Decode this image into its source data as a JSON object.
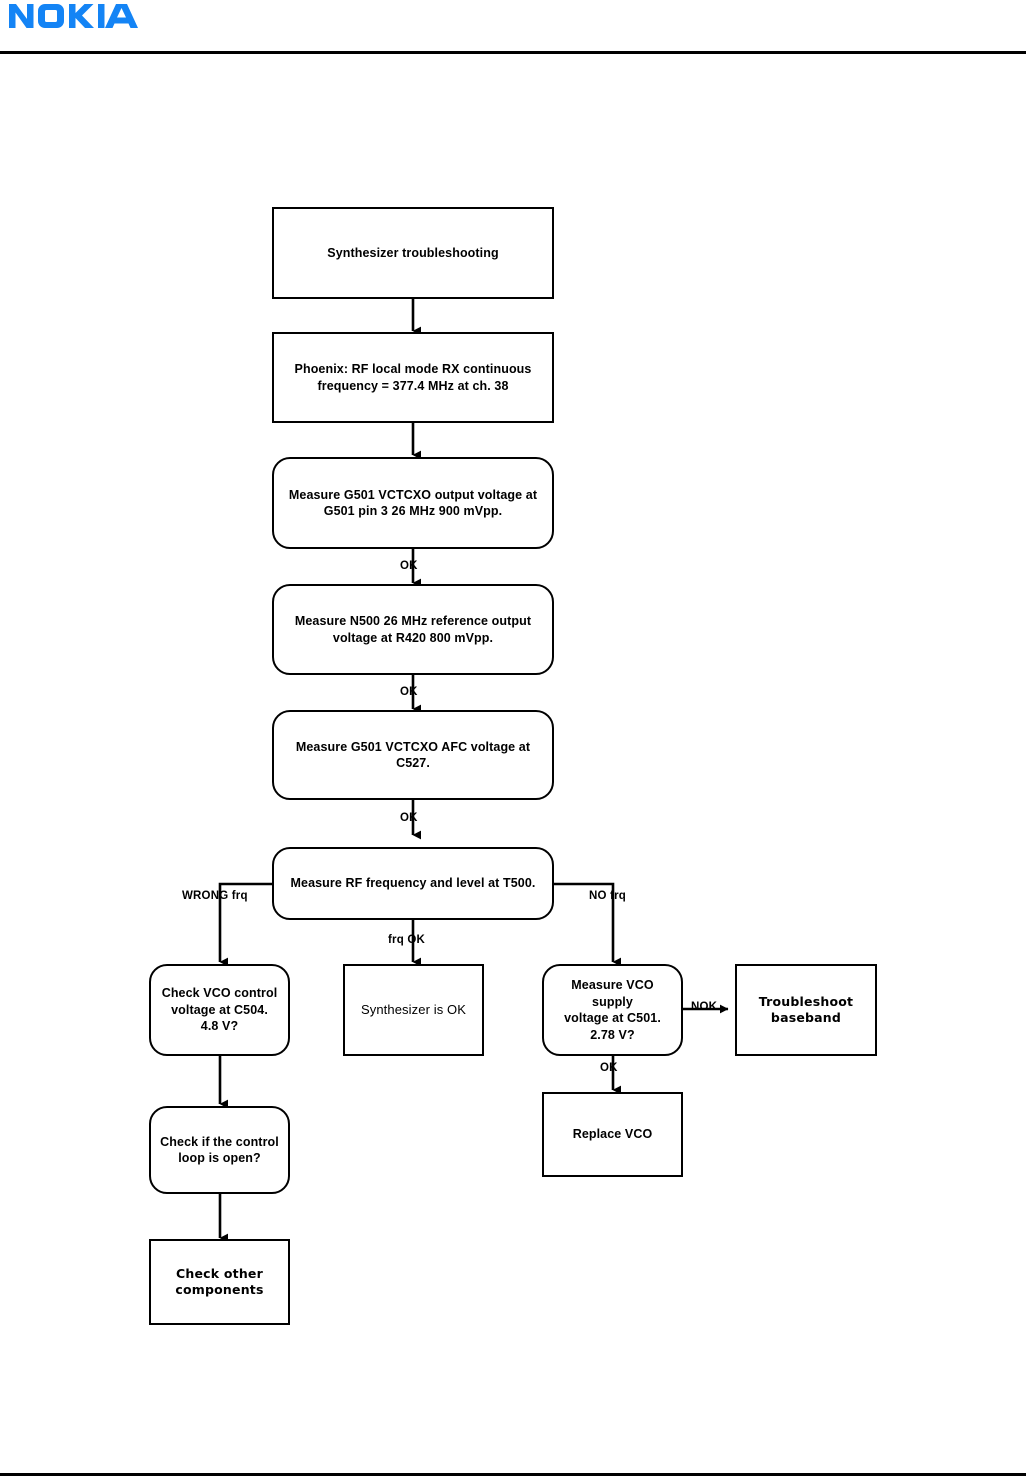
{
  "document": {
    "brand": "NOKIA",
    "brand_color": "#1484f5",
    "header_rule": true,
    "footer_rule": true
  },
  "diagram": {
    "title": "Synthesizer troubleshooting flowchart",
    "nodes": [
      {
        "id": "start",
        "label": "Synthesizer troubleshooting",
        "shape": "rectangle"
      },
      {
        "id": "phoenix",
        "label": "Phoenix: RF local mode RX continuous\nfrequency = 377.4 MHz at ch. 38",
        "shape": "rectangle"
      },
      {
        "id": "g501out",
        "label": "Measure G501 VCTCXO output voltage at\nG501 pin 3 26 MHz 900 mVpp.",
        "shape": "rounded"
      },
      {
        "id": "n500ref",
        "label": "Measure N500 26 MHz reference output\nvoltage at R420 800 mVpp.",
        "shape": "rounded"
      },
      {
        "id": "afc",
        "label": "Measure G501 VCTCXO AFC voltage at C527.",
        "shape": "rounded"
      },
      {
        "id": "rfmeas",
        "label": "Measure RF frequency and level at T500.",
        "shape": "rounded"
      },
      {
        "id": "vcoctrl",
        "label": "Check VCO control\nvoltage at C504.\n4.8 V?",
        "shape": "rounded"
      },
      {
        "id": "synthok",
        "label": "Synthesizer is OK",
        "shape": "rectangle"
      },
      {
        "id": "vcosupply",
        "label": "Measure VCO supply\nvoltage at C501.\n2.78 V?",
        "shape": "rounded"
      },
      {
        "id": "baseband",
        "label": "Troubleshoot\nbaseband",
        "shape": "rectangle"
      },
      {
        "id": "controlloop",
        "label": "Check if the control\nloop is open?",
        "shape": "rounded"
      },
      {
        "id": "othercomp",
        "label": "Check other\ncomponents",
        "shape": "rectangle"
      },
      {
        "id": "replacevco",
        "label": "Replace VCO",
        "shape": "rectangle"
      }
    ],
    "edges": [
      {
        "from": "start",
        "to": "phoenix",
        "label": ""
      },
      {
        "from": "phoenix",
        "to": "g501out",
        "label": ""
      },
      {
        "from": "g501out",
        "to": "n500ref",
        "label": "OK"
      },
      {
        "from": "n500ref",
        "to": "afc",
        "label": "OK"
      },
      {
        "from": "afc",
        "to": "rfmeas",
        "label": "OK"
      },
      {
        "from": "rfmeas",
        "to": "vcoctrl",
        "label": "WRONG frq"
      },
      {
        "from": "rfmeas",
        "to": "synthok",
        "label": "frq OK"
      },
      {
        "from": "rfmeas",
        "to": "vcosupply",
        "label": "NO frq"
      },
      {
        "from": "vcosupply",
        "to": "baseband",
        "label": "NOK"
      },
      {
        "from": "vcosupply",
        "to": "replacevco",
        "label": "OK"
      },
      {
        "from": "vcoctrl",
        "to": "controlloop",
        "label": ""
      },
      {
        "from": "controlloop",
        "to": "othercomp",
        "label": ""
      }
    ],
    "edge_labels": {
      "ok_1": "OK",
      "ok_2": "OK",
      "ok_3": "OK",
      "wrong_frq": "WRONG frq",
      "frq_ok": "frq OK",
      "no_frq": "NO frq",
      "nok": "NOK",
      "ok_4": "OK"
    }
  }
}
